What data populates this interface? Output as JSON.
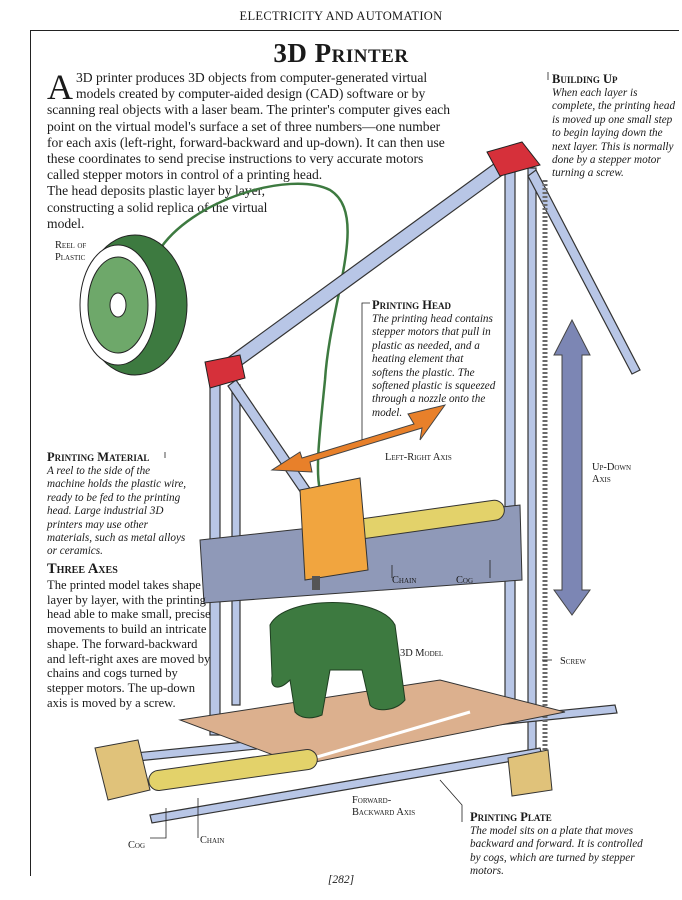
{
  "running_head": "ELECTRICITY AND AUTOMATION",
  "title": "3D Printer",
  "intro": {
    "dropcap": "A",
    "text": "3D printer produces 3D objects from computer-generated virtual models created by computer-aided design (CAD) software or by scanning real objects with a laser beam. The printer's computer gives each point on the virtual model's surface a set of three numbers—one number for each axis (left-right, forward-backward and up-down). It can then use these coordinates to send precise instructions to very accurate motors called stepper motors in control of a printing head.",
    "tail": "The head deposits plastic layer by layer, constructing a solid replica of the virtual model."
  },
  "captions": {
    "building_up": {
      "head": "Building Up",
      "body": "When each layer is complete, the printing head is moved up one small step to begin laying down the next layer. This is normally done by a stepper motor turning a screw."
    },
    "printing_head": {
      "head": "Printing Head",
      "body": "The printing head contains stepper motors that pull in plastic as needed, and a heating element that softens the plastic. The softened plastic is squeezed through a nozzle onto the model."
    },
    "printing_material": {
      "head": "Printing Material",
      "body": "A reel to the side of the machine holds the plastic wire, ready to be fed to the printing head. Large industrial 3D printers may use other materials, such as metal alloys or ceramics."
    },
    "three_axes": {
      "head": "Three Axes",
      "body": "The printed model takes shape layer by layer, with the printing head able to make small, precise movements to build an intricate shape. The forward-backward and left-right axes are moved by chains and cogs turned by stepper motors. The up-down axis is moved by a screw."
    },
    "printing_plate": {
      "head": "Printing Plate",
      "body": "The model sits on a plate that moves backward and forward. It is controlled by cogs, which are turned by stepper motors."
    }
  },
  "labels": {
    "reel": "Reel of Plastic",
    "left_right": "Left-Right Axis",
    "up_down": "Up-Down Axis",
    "chain_top": "Chain",
    "cog_top": "Cog",
    "model": "3D Model",
    "screw": "Screw",
    "forward_backward": "Forward-Backward Axis",
    "cog_bottom": "Cog",
    "chain_bottom": "Chain"
  },
  "folio": "[282]",
  "colors": {
    "frame_rod": "#b8c6e6",
    "corner": "#d6303a",
    "head": "#f1a53f",
    "model": "#3d7a40",
    "arrow_orange": "#e8802a",
    "arrow_blue": "#7c86b4",
    "plate": "#dcb08e",
    "block": "#e0c27a"
  }
}
